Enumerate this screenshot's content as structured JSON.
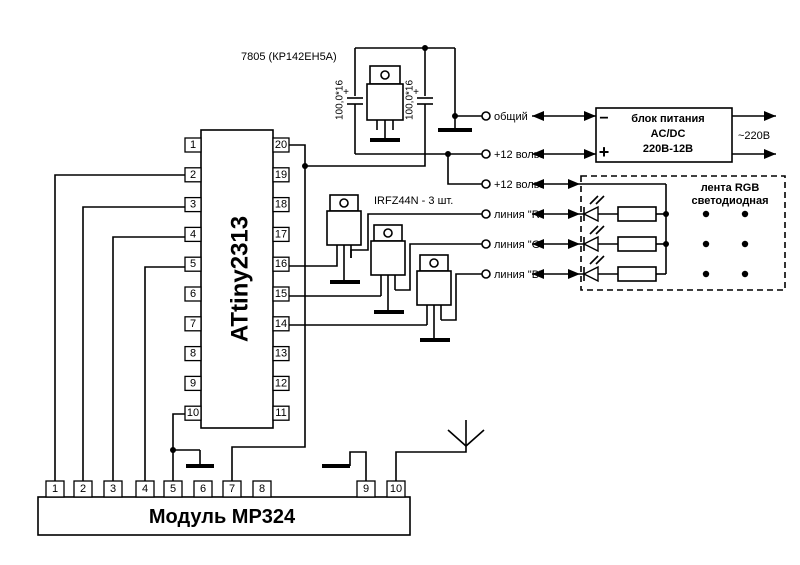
{
  "chip": {
    "name": "ATtiny2313",
    "left_pins": [
      "1",
      "2",
      "3",
      "4",
      "5",
      "6",
      "7",
      "8",
      "9",
      "10"
    ],
    "right_pins": [
      "20",
      "19",
      "18",
      "17",
      "16",
      "15",
      "14",
      "13",
      "12",
      "11"
    ]
  },
  "module": {
    "name": "Модуль МР324",
    "pins": [
      "1",
      "2",
      "3",
      "4",
      "5",
      "6",
      "7",
      "8",
      "9",
      "10"
    ]
  },
  "regulator": {
    "label": "7805 (КР142ЕН5А)",
    "cap_left": "100,0*16",
    "cap_right": "100,0*16"
  },
  "transistors": {
    "label": "IRFZ44N - 3 шт."
  },
  "terminals": {
    "common": "общий",
    "plus12_a": "+12 вольт",
    "plus12_b": "+12 вольт",
    "line_r": "линия \"R\"",
    "line_g": "линия \"G\"",
    "line_b": "линия \"B\""
  },
  "power_supply": {
    "line1": "блок питания",
    "line2": "AC/DC",
    "line3": "220В-12В",
    "minus": "−",
    "plus": "+",
    "mains": "~220В"
  },
  "led_strip": {
    "line1": "лента RGB",
    "line2": "светодиодная"
  }
}
